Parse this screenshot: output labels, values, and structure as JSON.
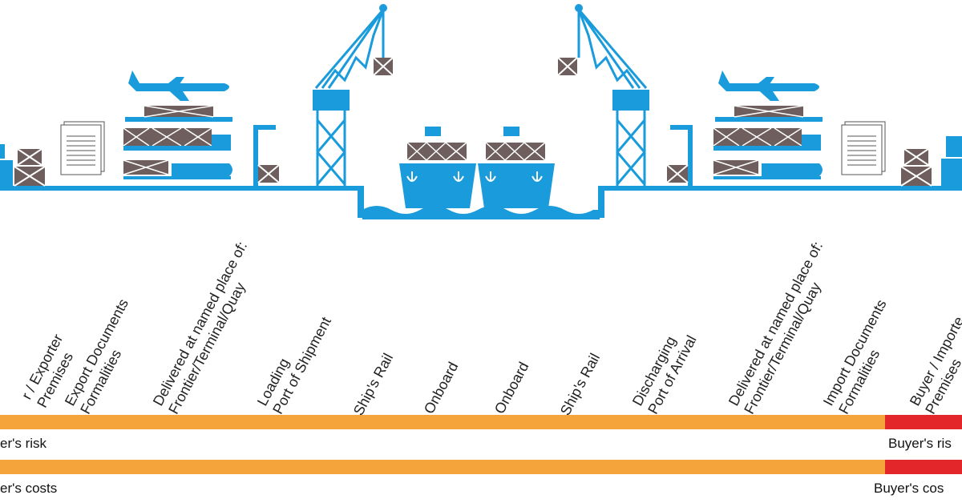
{
  "colors": {
    "primary_blue": "#1a9bdb",
    "cargo_gray": "#6e5e5e",
    "seller_orange": "#f5a43c",
    "buyer_red": "#e2262a"
  },
  "illustration": {
    "icons": [
      "truck-icon",
      "cargo-box-icon",
      "document-icon",
      "airplane-icon",
      "rail-wagon-icon",
      "train-icon",
      "crane-icon",
      "ship-icon",
      "anchor-icon",
      "quay-lamp-icon",
      "water-icon"
    ]
  },
  "stages": [
    {
      "lines": [
        "r / Exporter",
        "Premises"
      ]
    },
    {
      "lines": [
        "Export Documents",
        "Formalities"
      ]
    },
    {
      "lines": [
        "Delivered at named place of:",
        "Frontier/Terminal/Quay"
      ]
    },
    {
      "lines": [
        "Loading",
        "Port of Shipment"
      ]
    },
    {
      "lines": [
        "Ship's Rail"
      ]
    },
    {
      "lines": [
        "Onboard"
      ]
    },
    {
      "lines": [
        "Onboard"
      ]
    },
    {
      "lines": [
        "Ship's Rail"
      ]
    },
    {
      "lines": [
        "Discharging",
        "Port of Arrival"
      ]
    },
    {
      "lines": [
        "Delivered at named place of:",
        "Frontier/Terminal/Quay"
      ]
    },
    {
      "lines": [
        "Import Documents",
        "Formalities"
      ]
    },
    {
      "lines": [
        "Buyer / Importe",
        "Premises"
      ]
    }
  ],
  "risk_bar": {
    "seller_label": "er's risk",
    "buyer_label": "Buyer's ris",
    "transfer_fraction": 0.92
  },
  "cost_bar": {
    "seller_label": "er's costs",
    "buyer_label": "Buyer's cos",
    "transfer_fraction": 0.92
  }
}
